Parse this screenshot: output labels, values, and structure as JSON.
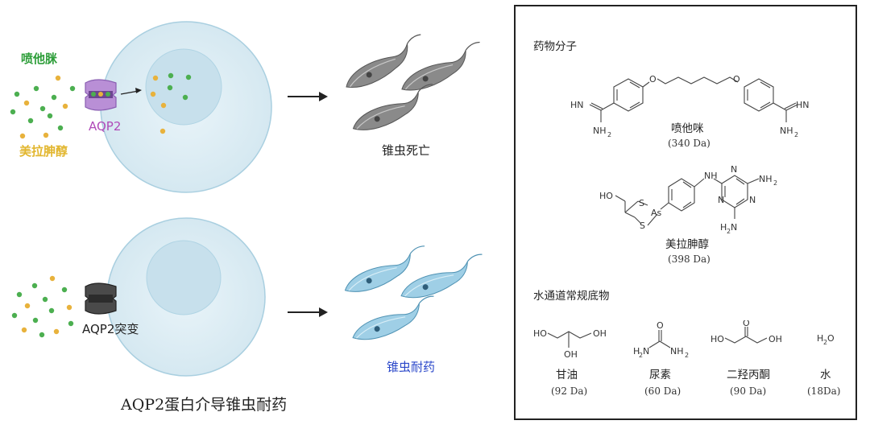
{
  "figure": {
    "title": "AQP2蛋白介导锥虫耐药",
    "top_row": {
      "drug1_label": "喷他脒",
      "drug2_label": "美拉胂醇",
      "channel_label": "AQP2",
      "outcome_label": "锥虫死亡"
    },
    "bottom_row": {
      "channel_label": "AQP2突变",
      "outcome_label": "锥虫耐药"
    },
    "colors": {
      "pentamidine_dot": "#4caf50",
      "melarsoprol_dot": "#e8b23c",
      "cell_fill": "#dcebf2",
      "parasite_dead": "#8a8a8a",
      "parasite_resistant": "#9fcfe6",
      "aqp2_channel": "#b98fd6",
      "mutant_channel": "#4a4a4a"
    }
  },
  "panel": {
    "drug_section_title": "药物分子",
    "drugs": [
      {
        "name": "喷他咪",
        "mass": "(340 Da)"
      },
      {
        "name": "美拉胂醇",
        "mass": "(398 Da)"
      }
    ],
    "substrate_section_title": "水通道常规底物",
    "substrates": [
      {
        "name": "甘油",
        "mass": "(92 Da)"
      },
      {
        "name": "尿素",
        "mass": "(60 Da)"
      },
      {
        "name": "二羟丙酮",
        "mass": "(90 Da)"
      },
      {
        "name": "水",
        "mass": "(18Da)"
      }
    ],
    "chem_text": {
      "imine": "HN",
      "amine": "NH",
      "sub2": "2",
      "oxygen": "O",
      "sulfur": "S",
      "arsenic": "As",
      "nitrogen": "N",
      "nh": "NH",
      "ho": "HO",
      "oh": "OH",
      "h": "H",
      "water_h": "H",
      "water_o": "O",
      "h2n": "H",
      "carbonyl_o": "O",
      "h2o": "H"
    }
  }
}
